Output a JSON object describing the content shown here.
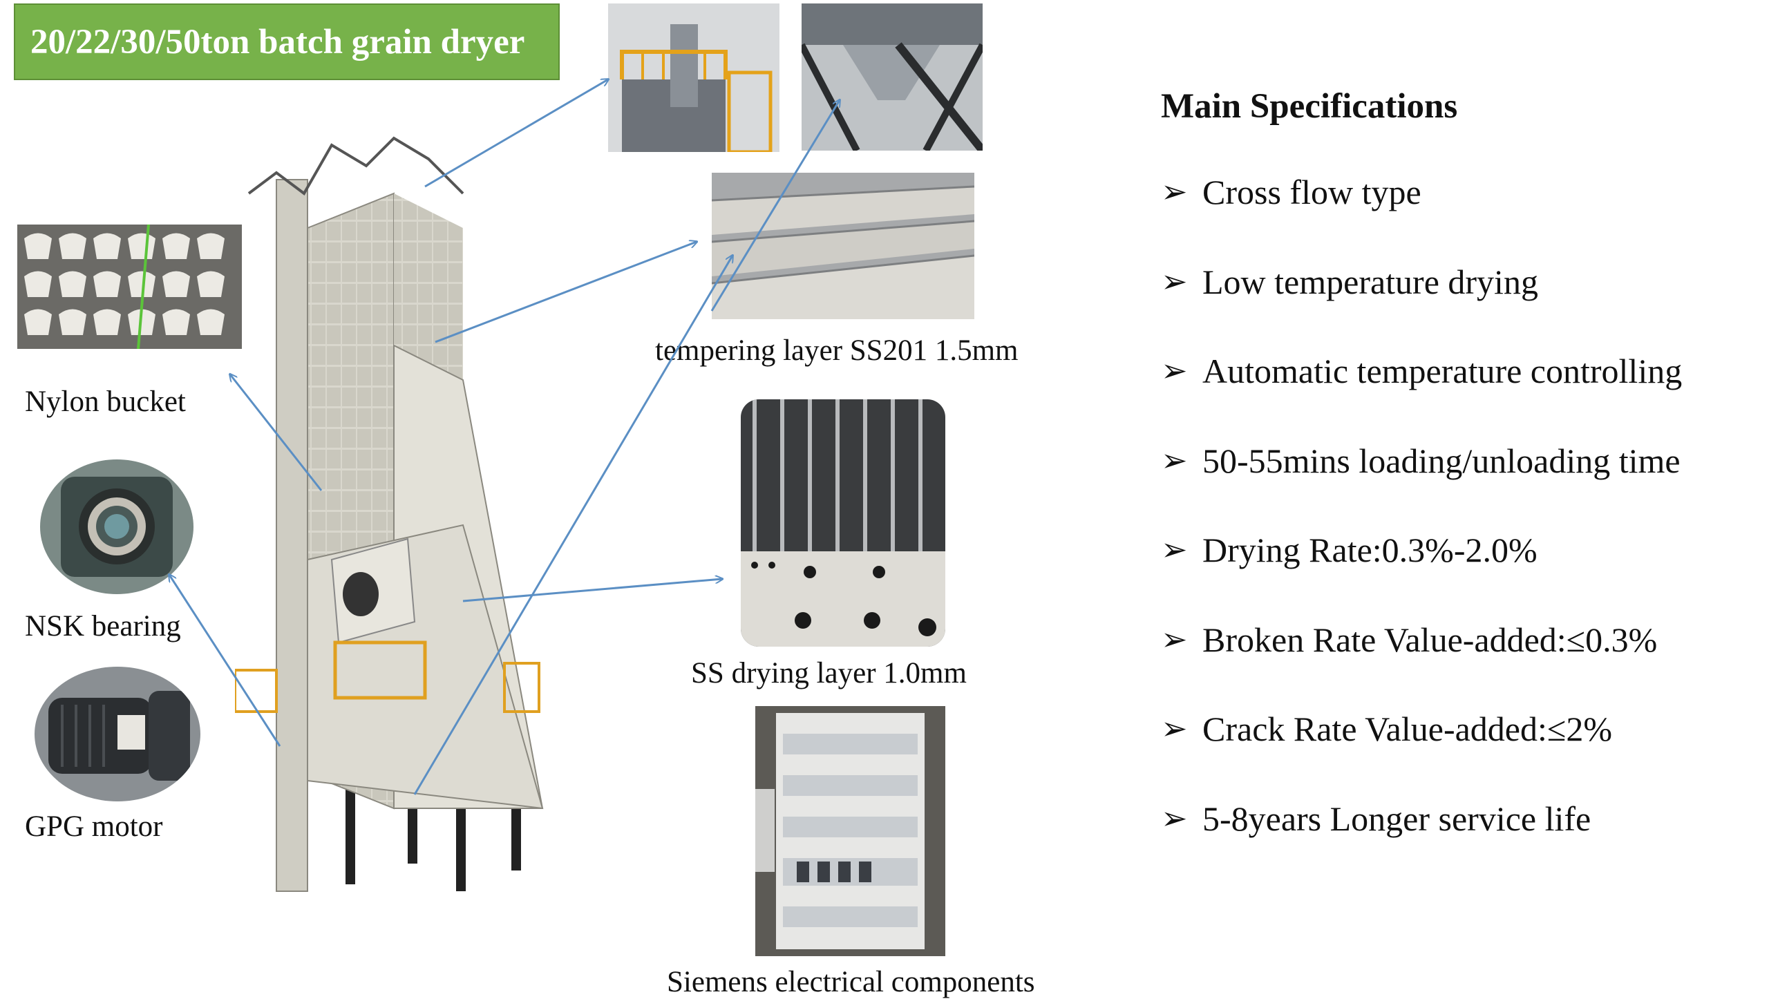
{
  "title": "20/22/30/50ton batch grain dryer",
  "captions": {
    "nylon_bucket": "Nylon bucket",
    "nsk_bearing": "NSK bearing",
    "gpg_motor": "GPG motor",
    "tempering_layer": "tempering layer SS201 1.5mm",
    "drying_layer": "SS drying layer 1.0mm",
    "electrical": "Siemens electrical components"
  },
  "specs": {
    "heading": "Main Specifications",
    "bullet": "➢",
    "items": [
      "Cross flow type",
      "Low temperature drying",
      "Automatic temperature controlling",
      "50-55mins loading/unloading time",
      "Drying Rate:0.3%-2.0%",
      "Broken Rate Value-added:≤0.3%",
      "Crack Rate Value-added:≤2%",
      "5-8years Longer service life"
    ]
  },
  "colors": {
    "title_bg": "#77b24a",
    "arrow": "#5b8fc4"
  }
}
